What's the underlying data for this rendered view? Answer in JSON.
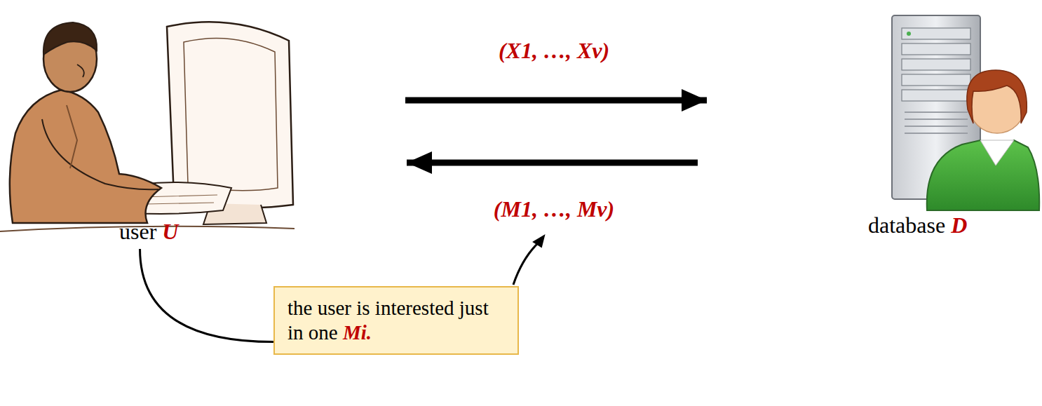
{
  "diagram": {
    "nodes": [
      {
        "text": [
          "user U"
        ]
      },
      {
        "text": [
          "database D"
        ]
      },
      {
        "text": [
          "the user is interested just in one Mi."
        ]
      }
    ],
    "edges": [
      {
        "from": 0,
        "to": 1,
        "arrow": "to",
        "label": "(X1, …, Xv)"
      },
      {
        "from": 1,
        "to": 0,
        "arrow": "to",
        "label": "(M1, …, Mv)"
      },
      {
        "from": 2,
        "to": 0,
        "arrow": "none"
      }
    ]
  }
}
